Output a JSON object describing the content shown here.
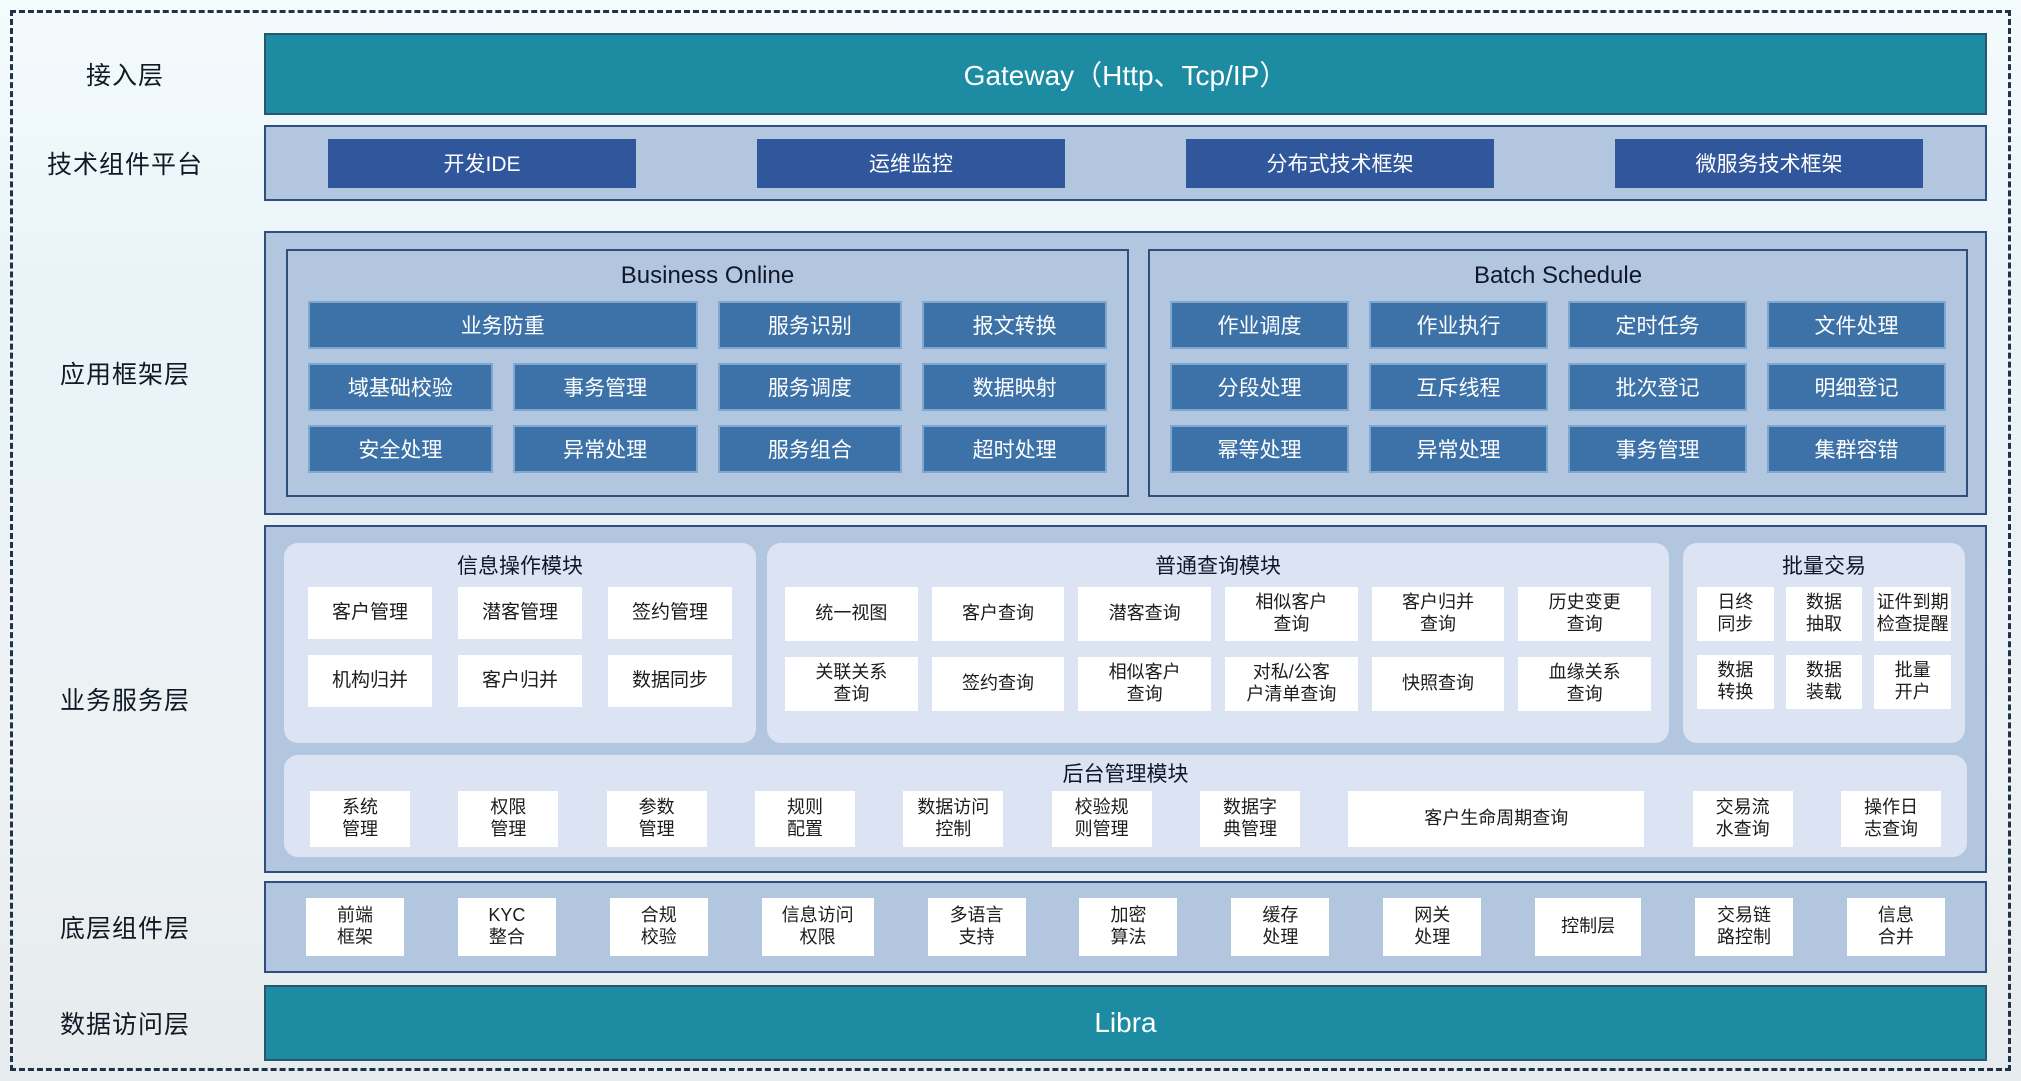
{
  "colors": {
    "teal_bar": "#1d8ba1",
    "navy_button": "#30569b",
    "steel_button": "#3d72a9",
    "panel_bg": "#b3c6e0",
    "panel_border": "#2f4e7d",
    "card_bg": "#dce4f4",
    "white_button": "#ffffff"
  },
  "labels": {
    "access": "接入层",
    "tech": "技术组件平台",
    "app": "应用框架层",
    "biz": "业务服务层",
    "base": "底层组件层",
    "data": "数据访问层"
  },
  "bars": {
    "gateway": "Gateway（Http、Tcp/IP）",
    "libra": "Libra"
  },
  "tech": {
    "items": [
      "开发IDE",
      "运维监控",
      "分布式技术框架",
      "微服务技术框架"
    ]
  },
  "online": {
    "title": "Business Online",
    "r1": [
      "业务防重",
      "服务识别",
      "报文转换"
    ],
    "r2": [
      "域基础校验",
      "事务管理",
      "服务调度",
      "数据映射"
    ],
    "r3": [
      "安全处理",
      "异常处理",
      "服务组合",
      "超时处理"
    ]
  },
  "batch": {
    "title": "Batch Schedule",
    "r1": [
      "作业调度",
      "作业执行",
      "定时任务",
      "文件处理"
    ],
    "r2": [
      "分段处理",
      "互斥线程",
      "批次登记",
      "明细登记"
    ],
    "r3": [
      "幂等处理",
      "异常处理",
      "事务管理",
      "集群容错"
    ]
  },
  "info": {
    "title": "信息操作模块",
    "r1": [
      "客户管理",
      "潜客管理",
      "签约管理"
    ],
    "r2": [
      "机构归并",
      "客户归并",
      "数据同步"
    ]
  },
  "query": {
    "title": "普通查询模块",
    "r1": [
      "统一视图",
      "客户查询",
      "潜客查询",
      "相似客户\n查询",
      "客户归并\n查询",
      "历史变更\n查询"
    ],
    "r2": [
      "关联关系\n查询",
      "签约查询",
      "相似客户\n查询",
      "对私/公客\n户清单查询",
      "快照查询",
      "血缘关系\n查询"
    ]
  },
  "trade": {
    "title": "批量交易",
    "r1": [
      "日终\n同步",
      "数据\n抽取",
      "证件到期\n检查提醒"
    ],
    "r2": [
      "数据\n转换",
      "数据\n装载",
      "批量\n开户"
    ]
  },
  "admin": {
    "title": "后台管理模块",
    "items": [
      "系统\n管理",
      "权限\n管理",
      "参数\n管理",
      "规则\n配置",
      "数据访问\n控制",
      "校验规\n则管理",
      "数据字\n典管理",
      "客户生命周期查询",
      "交易流\n水查询",
      "操作日\n志查询"
    ]
  },
  "base": {
    "items": [
      "前端\n框架",
      "KYC\n整合",
      "合规\n校验",
      "信息访问\n权限",
      "多语言\n支持",
      "加密\n算法",
      "缓存\n处理",
      "网关\n处理",
      "控制层",
      "交易链\n路控制",
      "信息\n合并"
    ]
  }
}
